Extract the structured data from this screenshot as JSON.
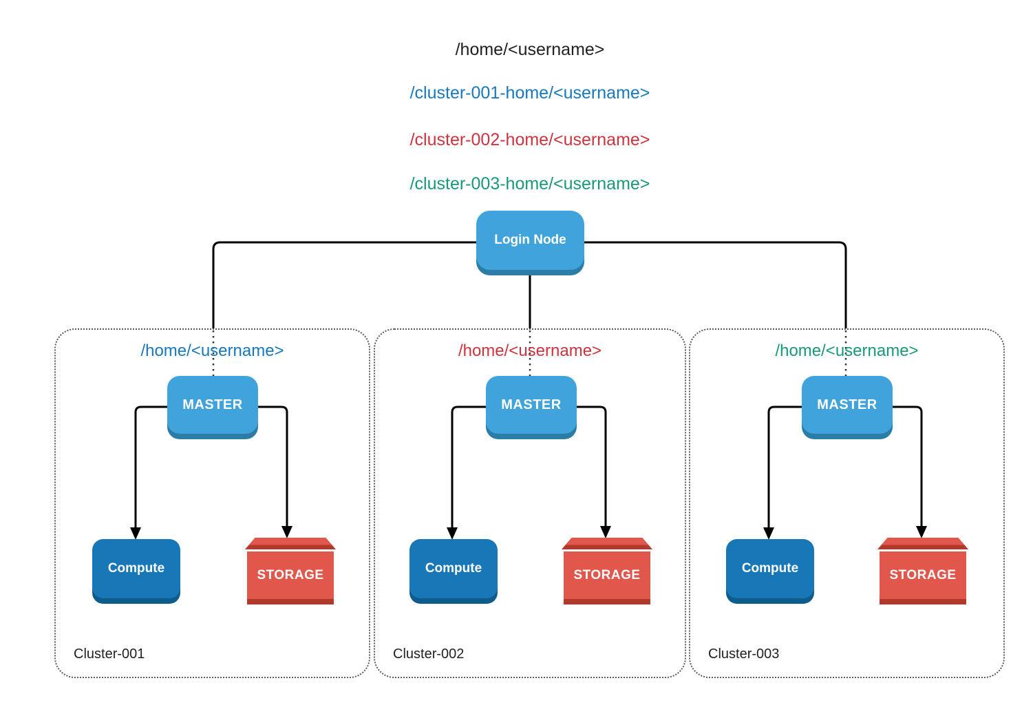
{
  "title_lines": [
    {
      "text": "/home/<username>",
      "color": "#212121"
    },
    {
      "text": "/cluster-001-home/<username>",
      "color": "#1878BE"
    },
    {
      "text": "/cluster-002-home/<username>",
      "color": "#CE333E"
    },
    {
      "text": "/cluster-003-home/<username>",
      "color": "#17997A"
    }
  ],
  "login_node": {
    "label": "Login Node"
  },
  "clusters": [
    {
      "name": "Cluster-001",
      "home_label": "/home/<username>",
      "home_color": "#1878BE",
      "master_label": "MASTER",
      "compute_label": "Compute",
      "storage_label": "STORAGE"
    },
    {
      "name": "Cluster-002",
      "home_label": "/home/<username>",
      "home_color": "#CE333E",
      "master_label": "MASTER",
      "compute_label": "Compute",
      "storage_label": "STORAGE"
    },
    {
      "name": "Cluster-003",
      "home_label": "/home/<username>",
      "home_color": "#17997A",
      "master_label": "MASTER",
      "compute_label": "Compute",
      "storage_label": "STORAGE"
    }
  ],
  "colors": {
    "node_blue": "#41A3DB",
    "node_blue_shadow": "#2B7CA6",
    "compute_blue": "#1878B7",
    "compute_blue_shadow": "#0E5C8C",
    "storage_red": "#E2574C",
    "storage_dark": "#B23A2D",
    "text_dark": "#212121",
    "border_gray": "#57595B",
    "line_black": "#000000"
  }
}
